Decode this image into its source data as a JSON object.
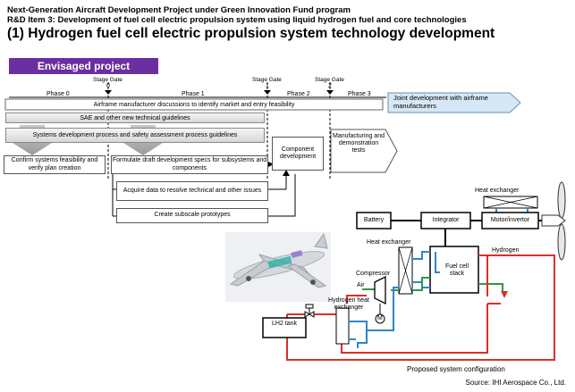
{
  "header": {
    "line1": "Next-Generation Aircraft Development Project under Green Innovation Fund program",
    "line2": "R&D Item 3: Development of fuel cell electric propulsion system using liquid hydrogen fuel and core technologies",
    "title": "(1) Hydrogen fuel cell electric propulsion system technology development"
  },
  "banner": "Envisaged project",
  "timeline": {
    "phases": [
      "Phase 0",
      "Phase 1",
      "Phase 2",
      "Phase 3"
    ],
    "stage_gate_label": "Stage Gate",
    "gate_numbers": [
      "0",
      "1",
      "2"
    ]
  },
  "roadmap": {
    "airframe_discussion": "Airframe manufacturer discussions to identify market and entry feasibility",
    "joint_development": "Joint development with airframe manufacturers",
    "sae_guidelines": "SAE and other new technical guidelines",
    "process_guidelines": "Systems development process and safety assessment process guidelines",
    "confirm_feasibility": "Confirm systems feasibility and verify plan creation",
    "formulate_specs": "Formulate draft development specs for subsystems and components",
    "acquire_data": "Acquire data to resolve technical and other issues",
    "subscale_prototypes": "Create subscale prototypes",
    "component_development": "Component development",
    "manufacturing": "Manufacturing and demonstration tests"
  },
  "system": {
    "heat_exchanger_top": "Heat exchanger",
    "battery": "Battery",
    "integrator": "Integrator",
    "motor_inverter": "Motor/invertor",
    "heat_exchanger_left": "Heat exchanger",
    "fuel_cell_stack": "Fuel cell stack",
    "hydrogen": "Hydrogen",
    "compressor": "Compressor",
    "air": "Air",
    "hydrogen_heat_exchanger": "Hydrogen heat exchanger",
    "lh2_tank": "LH2 tank",
    "motor_symbol": "M",
    "caption": "Proposed system configuration"
  },
  "source": "Source: IHI Aerospace Co., Ltd.",
  "colors": {
    "banner": "#6a2fa0",
    "arrow_blue": "#d6e7f5",
    "hydrogen_line": "#d9302a",
    "coolant_line": "#2f86c8",
    "air_line": "#2a9a4a"
  }
}
